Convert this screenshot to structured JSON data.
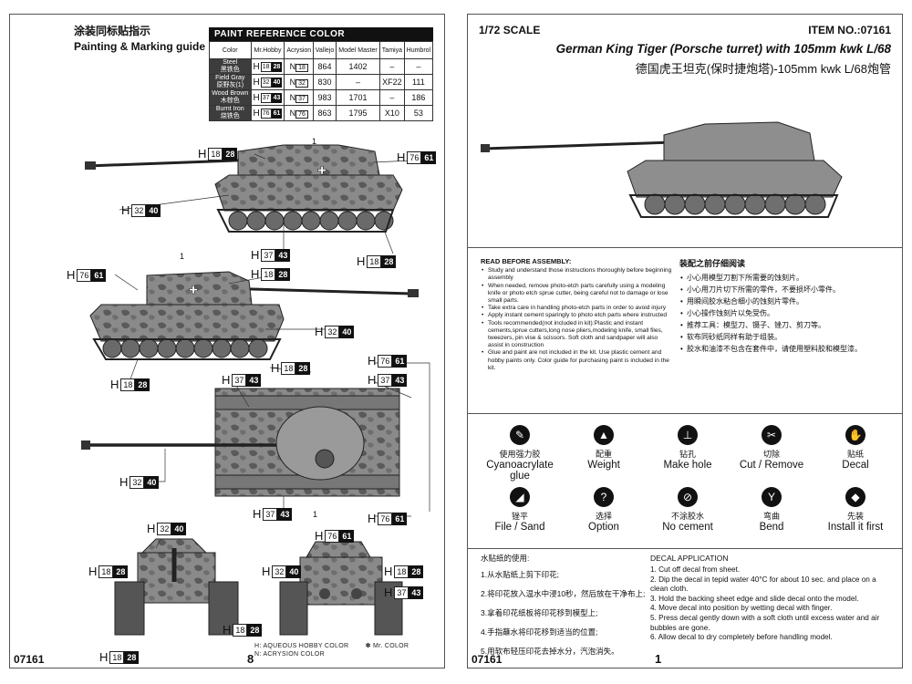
{
  "left": {
    "title_cn": "涂装同标贴指示",
    "title_en": "Painting & Marking guide",
    "table_caption": "PAINT REFERENCE COLOR",
    "headers": [
      "Color",
      "Mr.Hobby",
      "Acrysion",
      "Vallejo",
      "Model Master",
      "Tamiya",
      "Humbrol"
    ],
    "rows": [
      {
        "name_en": "Steel",
        "name_cn": "黑铁色",
        "h1": "18",
        "h2": "28",
        "n": "18",
        "vallejo": "864",
        "mm": "1402",
        "tamiya": "–",
        "humbrol": "–"
      },
      {
        "name_en": "Field Gray",
        "name_cn": "原野灰(1)",
        "h1": "32",
        "h2": "40",
        "n": "32",
        "vallejo": "830",
        "mm": "–",
        "tamiya": "XF22",
        "humbrol": "111"
      },
      {
        "name_en": "Wood Brown",
        "name_cn": "木棕色",
        "h1": "37",
        "h2": "43",
        "n": "37",
        "vallejo": "983",
        "mm": "1701",
        "tamiya": "–",
        "humbrol": "186"
      },
      {
        "name_en": "Burnt Iron",
        "name_cn": "烧铁色",
        "h1": "76",
        "h2": "61",
        "n": "76",
        "vallejo": "863",
        "mm": "1795",
        "tamiya": "X10",
        "humbrol": "53"
      }
    ],
    "letter_h": "H",
    "letter_n": "N",
    "marker_1": "1",
    "legend_h": "H: AQUEOUS HOBBY COLOR",
    "legend_mr": "Mr. COLOR",
    "legend_n": "N: ACRYSION COLOR",
    "code": "07161",
    "page": "8"
  },
  "right": {
    "scale": "1/72 SCALE",
    "item": "ITEM NO.:07161",
    "title_en": "German King Tiger (Porsche turret) with 105mm kwk L/68",
    "title_cn": "德国虎王坦克(保时捷炮塔)-105mm kwk L/68炮管",
    "notes_en_head": "READ BEFORE ASSEMBLY:",
    "notes_en": [
      "Study and understand those instructions thoroughly before beginning assembly",
      "When needed, remove photo-etch parts carefully using a modeling knife or photo etch sprue cutter, being careful not to damage or lose small parts.",
      "Take extra care in handling photo-etch parts in order to avoid injury",
      "Apply instant cement sparingly to photo etch parts where instructed",
      "Tools recommended(not included in kit):Plastic and instant cements,sprue cutters,long nose pliers,modeling knife, small files, tweezers, pin vise & scissors. Soft cloth and sandpaper will also assist in construction",
      "Glue and paint are not included in the kit. Use plastic cement and hobby paints only. Color guide for purchasing paint is included in the kit."
    ],
    "notes_cn_head": "装配之前仔细阅读",
    "notes_cn": [
      "小心用模型刀割下所需要的蚀刻片。",
      "小心用刀片切下所需的零件，不要损坏小零件。",
      "用瞬间胶水粘合细小的蚀刻片零件。",
      "小心操作蚀刻片以免受伤。",
      "推荐工具：模型刀、镊子、锉刀、剪刀等。",
      "软布同砂纸同样有助于组装。",
      "胶水和油漆不包含在套件中，请使用塑料胶和模型漆。"
    ],
    "symbols": [
      {
        "icon": "glue-icon",
        "glyph": "✎",
        "cn": "使用强力胶",
        "en": "Cyanoacrylate glue"
      },
      {
        "icon": "weight-icon",
        "glyph": "▲",
        "cn": "配重",
        "en": "Weight"
      },
      {
        "icon": "drill-icon",
        "glyph": "⊥",
        "cn": "钻孔",
        "en": "Make hole"
      },
      {
        "icon": "cut-icon",
        "glyph": "✂",
        "cn": "切除",
        "en": "Cut / Remove"
      },
      {
        "icon": "decal-icon",
        "glyph": "✋",
        "cn": "贴纸",
        "en": "Decal"
      },
      {
        "icon": "file-icon",
        "glyph": "◢",
        "cn": "锉平",
        "en": "File / Sand"
      },
      {
        "icon": "option-icon",
        "glyph": "?",
        "cn": "选择",
        "en": "Option"
      },
      {
        "icon": "no-cement-icon",
        "glyph": "⊘",
        "cn": "不涂胶水",
        "en": "No cement"
      },
      {
        "icon": "bend-icon",
        "glyph": "Y",
        "cn": "弯曲",
        "en": "Bend"
      },
      {
        "icon": "install-first-icon",
        "glyph": "◆",
        "cn": "先装",
        "en": "Install it first"
      }
    ],
    "decal_cn_head": "水贴纸的使用:",
    "decal_cn": [
      "1.从水贴纸上剪下印花;",
      "2.将印花放入温水中浸10秒，然后放在干净布上;",
      "3.拿着印花纸板将印花移到模型上;",
      "4.手指蘸水将印花移到适当的位置;",
      "5.用软布轻压印花去掉水分，汽泡消失。"
    ],
    "decal_en_head": "DECAL APPLICATION",
    "decal_en": [
      "1. Cut off decal from sheet.",
      "2. Dip the decal in tepid water 40°C for about 10 sec. and place on a clean cloth.",
      "3. Hold the backing sheet edge and slide decal onto the model.",
      "4. Move decal into position by wetting decal with finger.",
      "5. Press decal gently down with a soft cloth until excess water and air bubbles are gone.",
      "6. Allow decal to dry completely before handling model."
    ],
    "code": "07161",
    "page": "1"
  }
}
